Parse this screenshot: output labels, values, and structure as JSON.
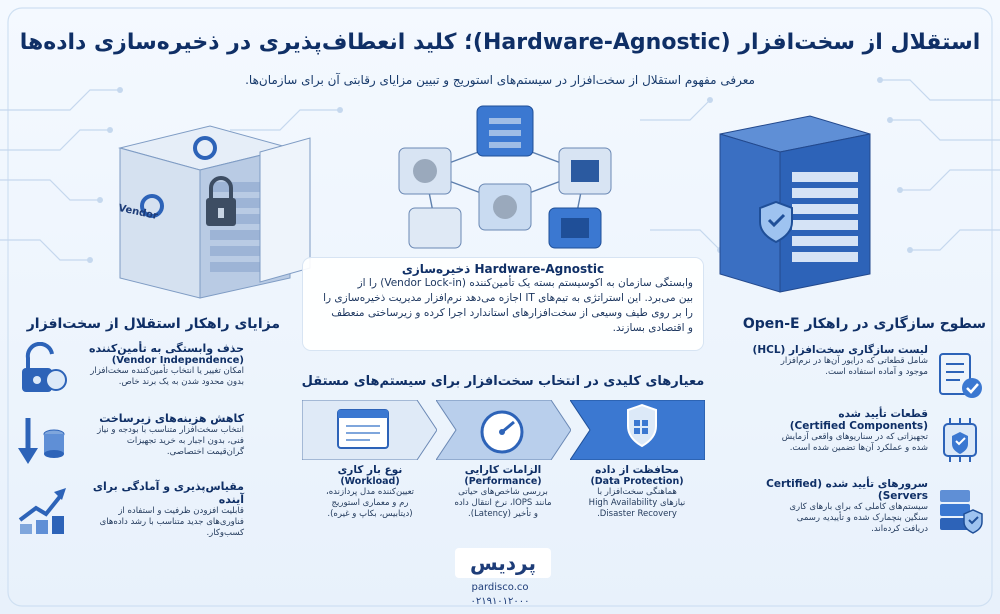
{
  "title": "استقلال از سخت‌افزار (Hardware-Agnostic)؛ کلید انعطاف‌پذیری در ذخیره‌سازی داده‌ها",
  "subtitle": "معرفی مفهوم استقلال از سخت‌افزار در سیستم‌های استوریج و تبیین مزایای رقابتی آن برای سازمان‌ها.",
  "center": {
    "title": "Hardware-Agnostic  ذخیره‌سازی",
    "line1": "وابستگی سازمان به اکوسیستم بسته یک تأمین‌کننده (Vendor Lock-in) را از",
    "line2": "بین می‌برد. این استراتژی به تیم‌های IT اجازه می‌دهد نرم‌افزار مدیریت ذخیره‌سازی را",
    "line3": "را بر روی طیف وسیعی از سخت‌افزارهای استاندارد اجرا کرده و زیرساختی منعطف",
    "line4": "و اقتصادی بسازند."
  },
  "vendor_label": "Vendor",
  "left": {
    "title": "مزایای راهکار استقلال از سخت‌افزار",
    "items": [
      {
        "title": "حذف وابستگی به تأمین‌کننده",
        "subtitle": "(Vendor Independence)",
        "desc1": "امکان تغییر یا انتخاب تأمین‌کننده سخت‌افزار",
        "desc2": "بدون محدود شدن به یک برند خاص.",
        "icon": "unlocked-padlock-icon"
      },
      {
        "title": "کاهش هزینه‌های زیرساخت",
        "subtitle": "",
        "desc1": "انتخاب سخت‌افزار متناسب با بودجه و نیاز",
        "desc2": "فنی، بدون اجبار به خرید تجهیزات",
        "desc3": "گران‌قیمت اختصاصی.",
        "icon": "cost-down-icon"
      },
      {
        "title": "مقیاس‌پذیری و آمادگی برای آینده",
        "subtitle": "",
        "desc1": "قابلیت افزودن ظرفیت و استفاده از",
        "desc2": "فناوری‌های جدید متناسب با رشد داده‌های",
        "desc3": "کسب‌وکار.",
        "icon": "growth-icon"
      }
    ]
  },
  "right": {
    "title": "سطوح سازگاری در راهکار Open-E",
    "items": [
      {
        "title": "لیست سازگاری سخت‌افزار (HCL)",
        "desc1": "شامل قطعاتی که در‌ایور آن‌ها در نرم‌افزار",
        "desc2": "موجود و آماده استفاده است.",
        "icon": "checklist-icon"
      },
      {
        "title": "قطعات تأیید شده",
        "subtitle": "(Certified Components)",
        "desc1": "تجهیزاتی که در سناریوهای واقعی آزمایش",
        "desc2": "شده و عملکرد آن‌ها تضمین شده است.",
        "icon": "certified-chip-icon"
      },
      {
        "title": "سرورهای تأیید شده (Certified Servers)",
        "desc1": "سیستم‌های کاملی که برای بارهای کاری",
        "desc2": "سنگین بنچمارک شده و تأییدیه رسمی",
        "desc3": "دریافت کرده‌اند.",
        "icon": "certified-server-icon"
      }
    ]
  },
  "criteria": {
    "title": "معیارهای کلیدی در انتخاب سخت‌افزار برای سیستم‌های مستقل",
    "items": [
      {
        "title": "نوع بار کاری",
        "subtitle": "(Workload)",
        "desc1": "تعیین‌کننده مدل پردازنده،",
        "desc2": "رم و معماری استوریج",
        "desc3": "(دیتابیس، بکاپ و غیره).",
        "icon": "workload-window-icon"
      },
      {
        "title": "الزامات کارایی",
        "subtitle": "(Performance)",
        "desc1": "بررسی شاخص‌های حیاتی",
        "desc2": "مانند IOPS، نرخ انتقال داده",
        "desc3": "و تأخیر (Latency).",
        "icon": "speedometer-icon"
      },
      {
        "title": "محافظت از داده",
        "subtitle": "(Data Protection)",
        "desc1": "هماهنگی سخت‌افزار با",
        "desc2": "نیازهای High Availability",
        "desc3": "Disaster Recovery.",
        "icon": "shield-icon"
      }
    ]
  },
  "logo": {
    "text": "پردیس",
    "url": "pardisco.co",
    "phone": "۰۲۱۹۱۰۱۲۰۰۰"
  },
  "colors": {
    "accent": "#1f5fbf",
    "dark": "#0f2f66",
    "light": "#dce9f8"
  }
}
